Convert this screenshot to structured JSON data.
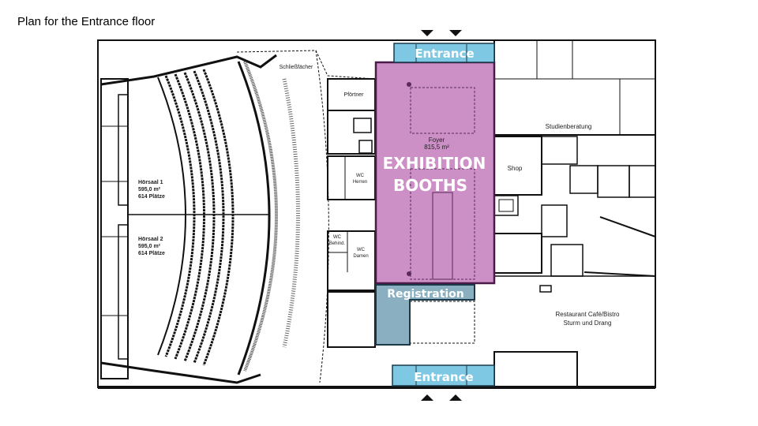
{
  "slide": {
    "title": "Plan for the Entrance floor"
  },
  "zones": {
    "exhibition": {
      "line1": "EXHIBITION",
      "line2": "BOOTHS",
      "color": "#CC8FC6"
    },
    "entrance_top": {
      "label": "Entrance",
      "color": "#7EC8E3"
    },
    "entrance_bottom": {
      "label": "Entrance",
      "color": "#7EC8E3"
    },
    "registration": {
      "label": "Registration",
      "color": "#8AAFC0"
    }
  },
  "rooms": {
    "lockers": "Schließfächer",
    "porter": "Pförtner",
    "wc_men": [
      "WC",
      "Herren"
    ],
    "wc_women": [
      "WC",
      "Damen"
    ],
    "wc_disabled": [
      "WC",
      "Behind."
    ],
    "foyer": [
      "Foyer",
      "815,5 m²"
    ],
    "hall1": [
      "Hörsaal 1",
      "595,0 m²",
      "614 Plätze"
    ],
    "hall2": [
      "Hörsaal 2",
      "595,0 m²",
      "614 Plätze"
    ],
    "advising": "Studienberatung",
    "shop": "Shop",
    "restaurant": [
      "Restaurant Café/Bistro",
      "Sturm und Drang"
    ]
  }
}
